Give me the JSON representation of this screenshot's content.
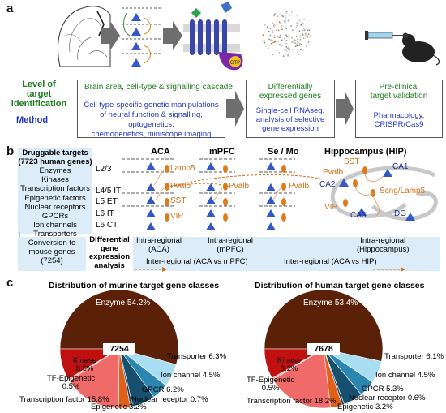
{
  "panel_a": {
    "letter": "a",
    "row_level_label": [
      "Level of",
      "target",
      "identification"
    ],
    "row_method_label": "Method",
    "box1_level": "Brain area, cell-type & signalling cascade",
    "box1_method": [
      "Cell type-specific genetic manipulations",
      "of neural function & signalling, optogenetics,",
      "chemogenetics, miniscope imaging"
    ],
    "box2_level": [
      "Differentially",
      "expressed genes"
    ],
    "box2_method": [
      "Single-cell RNAseq,",
      "analysis of selective",
      "gene expression"
    ],
    "box3_level": [
      "Pre-clinical",
      "target validation"
    ],
    "box3_method": [
      "Pharmacology,",
      "CRISPR/Cas9"
    ],
    "gtp_label": "GTP"
  },
  "panel_b": {
    "letter": "b",
    "druggable_title": [
      "Druggable targets",
      "(7723 human genes)"
    ],
    "druggable_items": [
      "Enzymes",
      "Kinases",
      "Transcription factors",
      "Epigenetic factors",
      "Nuclear receptors",
      "GPCRs",
      "Ion channels",
      "Transporters"
    ],
    "conversion": [
      "Conversion to",
      "mouse genes",
      "(7254)"
    ],
    "diff_analysis": [
      "Differential",
      "gene",
      "expression",
      "analysis"
    ],
    "regions": [
      "ACA",
      "mPFC",
      "Se / Mo",
      "Hippocampus (HIP)"
    ],
    "layers": [
      "L2/3",
      "L4/5 IT",
      "L5 ET",
      "L6 IT",
      "L6 CT"
    ],
    "cell_types": [
      "Lamp5",
      "Pvalb",
      "SST",
      "VIP"
    ],
    "mpfc_cell": "Pvalb",
    "semo_cell": "Pvalb",
    "hip_labels": {
      "sst": "SST",
      "ca1": "CA1",
      "pvalb": "Pvalb",
      "ca2": "CA2",
      "scng": "Scng/Lamp5",
      "vip": "VIP",
      "ca3": "CA3",
      "dg": "DG"
    },
    "intra_aca": [
      "Intra-regional",
      "(ACA)"
    ],
    "intra_mpfc": [
      "Intra-regional",
      "(mPFC)"
    ],
    "intra_hip": [
      "Intra-regional",
      "(Hippocampus)"
    ],
    "inter_aca_mpfc": "Inter-regional (ACA vs mPFC)",
    "inter_aca_hip": "Inter-regional (ACA vs HIP)"
  },
  "panel_c": {
    "letter": "c"
  },
  "chart_data": [
    {
      "type": "pie",
      "title": "Distribution of murine target gene classes",
      "center_label": "7254",
      "slices": [
        {
          "name": "Enzyme",
          "value": 54.2,
          "label": "Enzyme 54.2%",
          "color": "#5a2008"
        },
        {
          "name": "Transporter",
          "value": 6.3,
          "label": "Transporter 6.3%",
          "color": "#a9ddf2"
        },
        {
          "name": "Ion channel",
          "value": 4.5,
          "label": "Ion channel 4.5%",
          "color": "#2b86b0"
        },
        {
          "name": "GPCR",
          "value": 6.2,
          "label": "GPCR 6.2%",
          "color": "#16506e"
        },
        {
          "name": "Nuclear receptor",
          "value": 0.7,
          "label": "Nuclear receptor 0.7%",
          "color": "#1f3f5c"
        },
        {
          "name": "Epigenetic",
          "value": 3.2,
          "label": "Epigenetic 3.2%",
          "color": "#e0601a"
        },
        {
          "name": "Transcription factor",
          "value": 15.8,
          "label": "Transcription factor 15.8%",
          "color": "#f06a6a"
        },
        {
          "name": "TF-Epigenetic",
          "value": 0.5,
          "label": "TF-Epigenetic 0.5%",
          "color": "#f2a6a6"
        },
        {
          "name": "Kinase",
          "value": 8.5,
          "label": "Kinase 8.5%",
          "color": "#c01010"
        }
      ]
    },
    {
      "type": "pie",
      "title": "Distribution of human target gene classes",
      "center_label": "7678",
      "slices": [
        {
          "name": "Enzyme",
          "value": 53.4,
          "label": "Enzyme 53.4%",
          "color": "#5a2008"
        },
        {
          "name": "Transporter",
          "value": 6.1,
          "label": "Transporter 6.1%",
          "color": "#a9ddf2"
        },
        {
          "name": "Ion channel",
          "value": 4.5,
          "label": "Ion channel 4.5%",
          "color": "#2b86b0"
        },
        {
          "name": "GPCR",
          "value": 5.3,
          "label": "GPCR 5.3%",
          "color": "#16506e"
        },
        {
          "name": "Nuclear receptor",
          "value": 0.6,
          "label": "Nuclear receptor 0.6%",
          "color": "#1f3f5c"
        },
        {
          "name": "Epigenetic",
          "value": 3.2,
          "label": "Epigenetic 3.2%",
          "color": "#e0601a"
        },
        {
          "name": "Transcription factor",
          "value": 18.2,
          "label": "Transcription factor 18.2%",
          "color": "#f06a6a"
        },
        {
          "name": "TF-Epigenetic",
          "value": 0.5,
          "label": "TF-Epigenetic 0.5%",
          "color": "#f2a6a6"
        },
        {
          "name": "Kinase",
          "value": 8.2,
          "label": "Kinase 8.2%",
          "color": "#c01010"
        }
      ]
    }
  ]
}
